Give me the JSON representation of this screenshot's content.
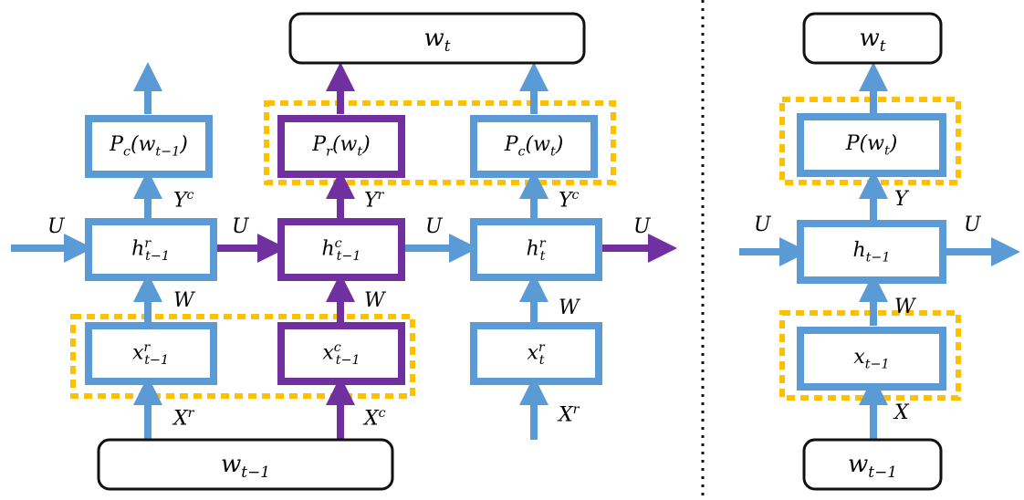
{
  "colors": {
    "blue": "#5b9bd5",
    "purple": "#7030a0",
    "gold": "#ffc000",
    "black": "#111111"
  },
  "left_panel": {
    "output_node": {
      "label": "w",
      "sub": "t"
    },
    "input_node": {
      "label": "w",
      "sub": "t−1"
    },
    "prob_prev": {
      "label": "P",
      "sub": "c",
      "arg": "(w",
      "arg_sub": "t−1",
      "close": ")"
    },
    "prob_r": {
      "label": "P",
      "sub": "r",
      "arg": "(w",
      "arg_sub": "t",
      "close": ")"
    },
    "prob_c": {
      "label": "P",
      "sub": "c",
      "arg": "(w",
      "arg_sub": "t",
      "close": ")"
    },
    "hidden_r_prev": {
      "label": "h",
      "sup": "r",
      "sub": "t−1"
    },
    "hidden_c_prev": {
      "label": "h",
      "sup": "c",
      "sub": "t−1"
    },
    "hidden_r": {
      "label": "h",
      "sup": "r",
      "sub": "t"
    },
    "x_r_prev": {
      "label": "x",
      "sup": "r",
      "sub": "t−1"
    },
    "x_c_prev": {
      "label": "x",
      "sup": "c",
      "sub": "t−1"
    },
    "x_r": {
      "label": "x",
      "sup": "r",
      "sub": "t"
    },
    "edges": {
      "u1": "U",
      "u2": "U",
      "u3": "U",
      "u4": "U",
      "w1": "W",
      "w2": "W",
      "w3": "W",
      "yc1": {
        "base": "Y",
        "sup": "c"
      },
      "yr": {
        "base": "Y",
        "sup": "r"
      },
      "yc2": {
        "base": "Y",
        "sup": "c"
      },
      "xr1": {
        "base": "X",
        "sup": "r"
      },
      "xc": {
        "base": "X",
        "sup": "c"
      },
      "xr2": {
        "base": "X",
        "sup": "r"
      }
    }
  },
  "right_panel": {
    "output_node": {
      "label": "w",
      "sub": "t"
    },
    "input_node": {
      "label": "w",
      "sub": "t−1"
    },
    "prob": {
      "label": "P",
      "arg": "(w",
      "arg_sub": "t",
      "close": ")"
    },
    "hidden": {
      "label": "h",
      "sub": "t−1"
    },
    "x": {
      "label": "x",
      "sub": "t−1"
    },
    "edges": {
      "u_in": "U",
      "u_out": "U",
      "w": "W",
      "y": "Y",
      "x": "X"
    }
  }
}
